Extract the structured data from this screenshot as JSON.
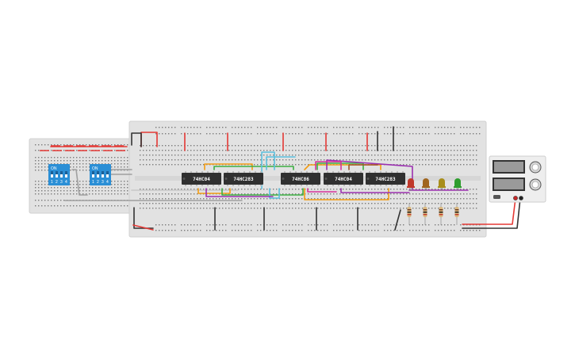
{
  "chips": [
    {
      "label": "74HC04"
    },
    {
      "label": "74HC283"
    },
    {
      "label": "74HC86"
    },
    {
      "label": "74HC04"
    },
    {
      "label": "74HC283"
    }
  ],
  "dip_switches": [
    {
      "on_label": "ON",
      "numbers": [
        "1",
        "2",
        "3",
        "4"
      ]
    },
    {
      "on_label": "ON",
      "numbers": [
        "1",
        "2",
        "3",
        "4"
      ]
    }
  ],
  "leds": [
    {
      "color": "#c0392b"
    },
    {
      "color": "#a0651e"
    },
    {
      "color": "#a88e1c"
    },
    {
      "color": "#2e9d2e"
    }
  ],
  "colors": {
    "breadboard": "#e2e2e2",
    "power_red": "#e53935",
    "ground_black": "#333333",
    "chip_body": "#303030",
    "dip_blue": "#2b8fd6",
    "psu_body": "#eeeeee",
    "wire_orange": "#f39c12",
    "wire_purple": "#9b30b0",
    "wire_teal": "#5bc0de",
    "wire_green": "#3cb043",
    "wire_grey": "#a0a0a0",
    "wire_magenta": "#d6339a",
    "wire_brown": "#a0522d"
  },
  "icons": [
    "power-supply-knob-icon",
    "power-supply-terminal-icon"
  ]
}
